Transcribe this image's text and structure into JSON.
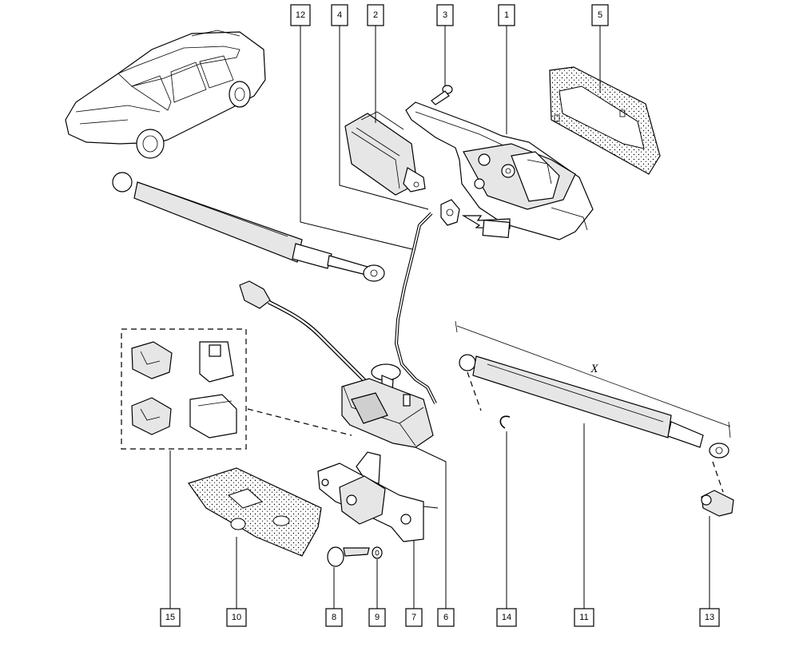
{
  "diagram": {
    "callouts": [
      {
        "id": "c1",
        "label": "1"
      },
      {
        "id": "c2",
        "label": "2"
      },
      {
        "id": "c3",
        "label": "3"
      },
      {
        "id": "c4",
        "label": "4"
      },
      {
        "id": "c5",
        "label": "5"
      },
      {
        "id": "c6",
        "label": "6"
      },
      {
        "id": "c7",
        "label": "7"
      },
      {
        "id": "c8",
        "label": "8"
      },
      {
        "id": "c9",
        "label": "9"
      },
      {
        "id": "c10",
        "label": "10"
      },
      {
        "id": "c11",
        "label": "11"
      },
      {
        "id": "c12",
        "label": "12"
      },
      {
        "id": "c13",
        "label": "13"
      },
      {
        "id": "c14",
        "label": "14"
      },
      {
        "id": "c15",
        "label": "15"
      }
    ],
    "dimension_label": "X"
  }
}
